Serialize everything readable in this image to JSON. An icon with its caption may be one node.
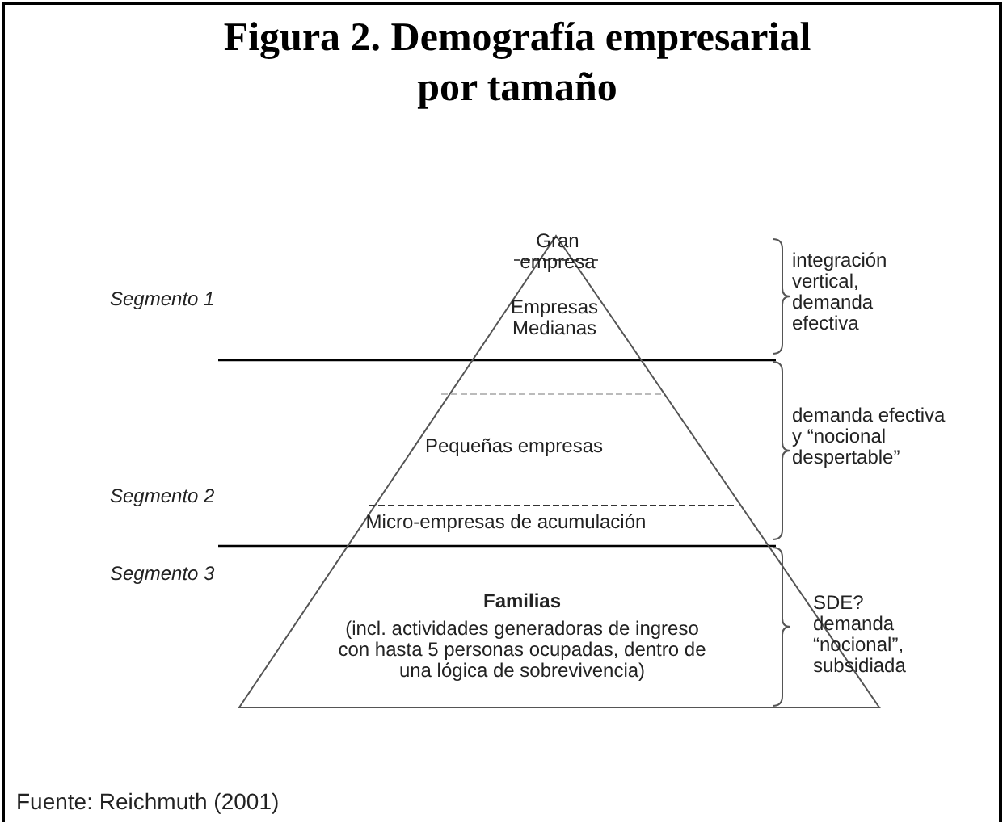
{
  "diagram": {
    "title": "Figura 2. Demografía empresarial por tamaño",
    "caption": "Fuente: Reichmuth (2001)",
    "nodes": [
      {
        "text": [
          "Gran empresa",
          "Empresas Medianas",
          "Pequeñas empresas",
          "Micro-empresas de acumulación",
          "Familias",
          "(incl. actividades generadoras de ingreso con hasta 5 personas ocupadas, dentro de una lógica de sobrevivencia)"
        ]
      }
    ],
    "labels": [
      "Segmento 1",
      "integración vertical, demanda efectiva",
      "demanda efectiva y “nocional despertable”",
      "Segmento 2",
      "Segmento 3",
      "SDE? demanda “nocional”, subsidiada"
    ]
  }
}
